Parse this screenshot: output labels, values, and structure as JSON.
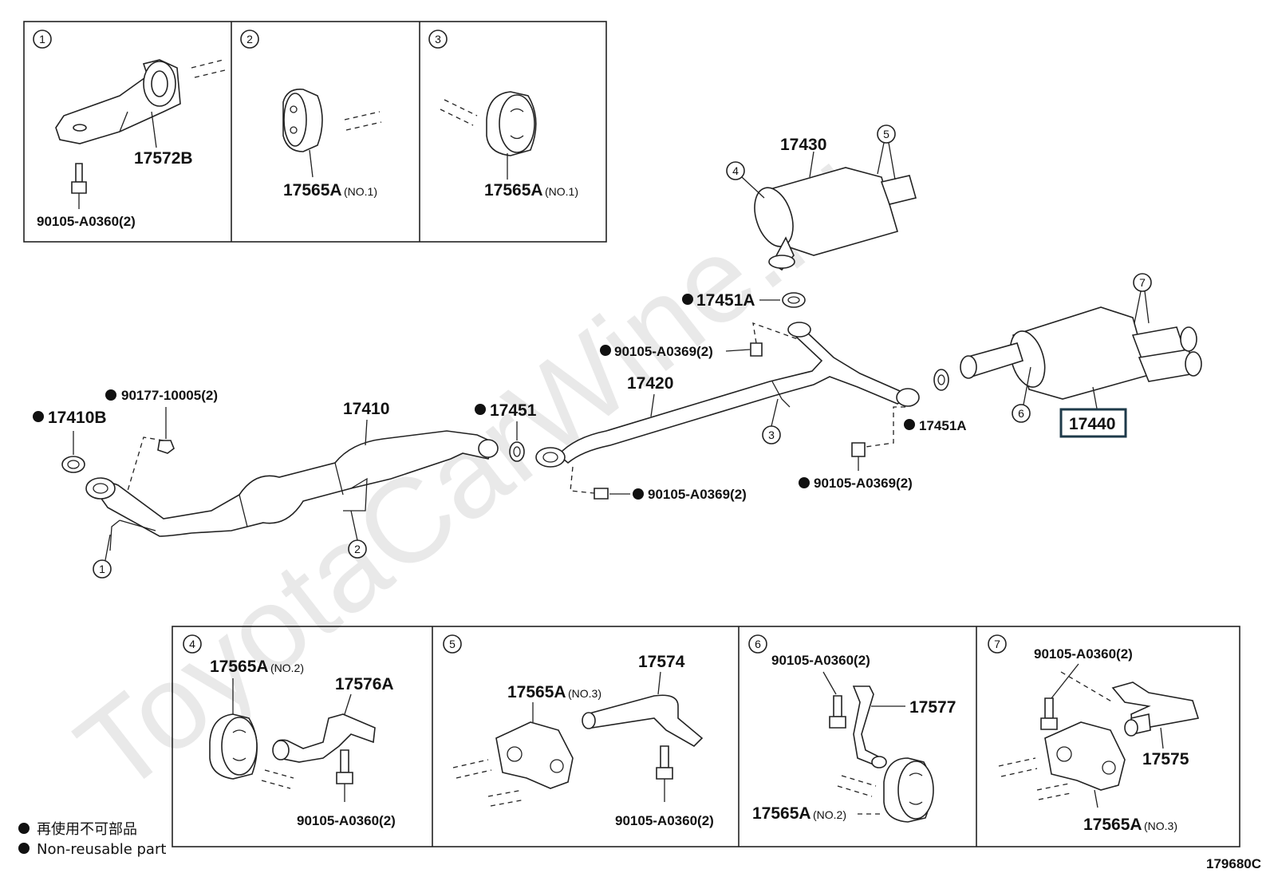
{
  "watermark": "ToyotaCarWine.ru",
  "diagram_id": "179680C",
  "legend": {
    "line_jp": "再使用不可部品",
    "line_en": "Non-reusable part"
  },
  "callouts": {
    "c1": "1",
    "c2": "2",
    "c3": "3",
    "c4": "4",
    "c5": "5",
    "c6": "6",
    "c7": "7"
  },
  "top_insets": {
    "i1": {
      "label_bracket": "17572B",
      "label_bolt": "90105-A0360(2)"
    },
    "i2": {
      "label_hanger": "17565A",
      "label_hanger_note": "(NO.1)"
    },
    "i3": {
      "label_hanger": "17565A",
      "label_hanger_note": "(NO.1)"
    }
  },
  "main": {
    "gasket_front": "17410B",
    "nut_front": "90177-10005(2)",
    "front_pipe": "17410",
    "gasket_mid": "17451",
    "center_pipe": "17420",
    "bolt_center_left": "90105-A0369(2)",
    "gasket_upper": "17451A",
    "bolt_upper": "90105-A0369(2)",
    "gasket_right": "17451A",
    "bolt_right": "90105-A0369(2)",
    "muffler_upper": "17430",
    "muffler_lower": "17440"
  },
  "bottom_insets": {
    "i4": {
      "label_hanger": "17565A",
      "label_hanger_note": "(NO.2)",
      "label_bracket": "17576A",
      "label_bolt": "90105-A0360(2)"
    },
    "i5": {
      "label_hanger": "17565A",
      "label_hanger_note": "(NO.3)",
      "label_bracket": "17574",
      "label_bolt": "90105-A0360(2)"
    },
    "i6": {
      "label_bolt": "90105-A0360(2)",
      "label_bracket": "17577",
      "label_hanger": "17565A",
      "label_hanger_note": "(NO.2)"
    },
    "i7": {
      "label_bolt": "90105-A0360(2)",
      "label_bracket": "17575",
      "label_hanger": "17565A",
      "label_hanger_note": "(NO.3)"
    }
  }
}
